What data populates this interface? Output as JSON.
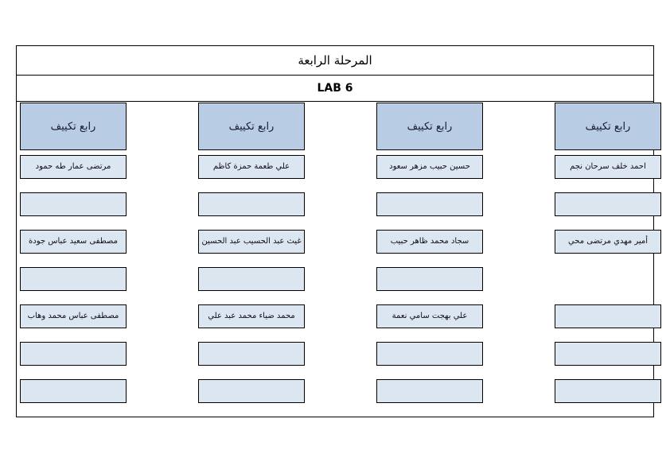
{
  "document": {
    "title_stage": "المرحلة الرابعة",
    "title_lab": "LAB 6",
    "colors": {
      "header_fill": "#b8cce4",
      "cell_fill": "#dce6f1",
      "border": "#000000",
      "page_background": "#ffffff"
    }
  },
  "table": {
    "row_count": 7,
    "column_count": 4,
    "columns": [
      {
        "header": "رابع تكييف",
        "cells": [
          {
            "text": "احمد خلف سرحان نجم",
            "filled": true,
            "present": true
          },
          {
            "text": "",
            "filled": true,
            "present": true
          },
          {
            "text": "أمير مهدي مرتضى محي",
            "filled": true,
            "present": true
          },
          {
            "text": "",
            "filled": false,
            "present": false
          },
          {
            "text": "",
            "filled": true,
            "present": true
          },
          {
            "text": "",
            "filled": true,
            "present": true
          },
          {
            "text": "",
            "filled": true,
            "present": true
          }
        ]
      },
      {
        "header": "رابع تكييف",
        "cells": [
          {
            "text": "حسين حبيب مزهر سعود",
            "filled": true,
            "present": true
          },
          {
            "text": "",
            "filled": true,
            "present": true
          },
          {
            "text": "سجاد محمد ظاهر حبيب",
            "filled": true,
            "present": true
          },
          {
            "text": "",
            "filled": true,
            "present": true
          },
          {
            "text": "علي بهجت سامي نعمة",
            "filled": true,
            "present": true
          },
          {
            "text": "",
            "filled": true,
            "present": true
          },
          {
            "text": "",
            "filled": true,
            "present": true
          }
        ]
      },
      {
        "header": "رابع تكييف",
        "cells": [
          {
            "text": "علي طعمة حمزة كاظم",
            "filled": true,
            "present": true
          },
          {
            "text": "",
            "filled": true,
            "present": true
          },
          {
            "text": "غيث عبد الحسيب عبد الحسين",
            "filled": true,
            "present": true
          },
          {
            "text": "",
            "filled": true,
            "present": true
          },
          {
            "text": "محمد ضياء محمد عبد علي",
            "filled": true,
            "present": true
          },
          {
            "text": "",
            "filled": true,
            "present": true
          },
          {
            "text": "",
            "filled": true,
            "present": true
          }
        ]
      },
      {
        "header": "رابع تكييف",
        "cells": [
          {
            "text": "مرتضى عمار طه حمود",
            "filled": true,
            "present": true
          },
          {
            "text": "",
            "filled": true,
            "present": true
          },
          {
            "text": "مصطفى سعيد عباس جودة",
            "filled": true,
            "present": true
          },
          {
            "text": "",
            "filled": true,
            "present": true
          },
          {
            "text": "مصطفى عباس محمد وهاب",
            "filled": true,
            "present": true
          },
          {
            "text": "",
            "filled": true,
            "present": true
          },
          {
            "text": "",
            "filled": true,
            "present": true
          }
        ]
      }
    ]
  }
}
